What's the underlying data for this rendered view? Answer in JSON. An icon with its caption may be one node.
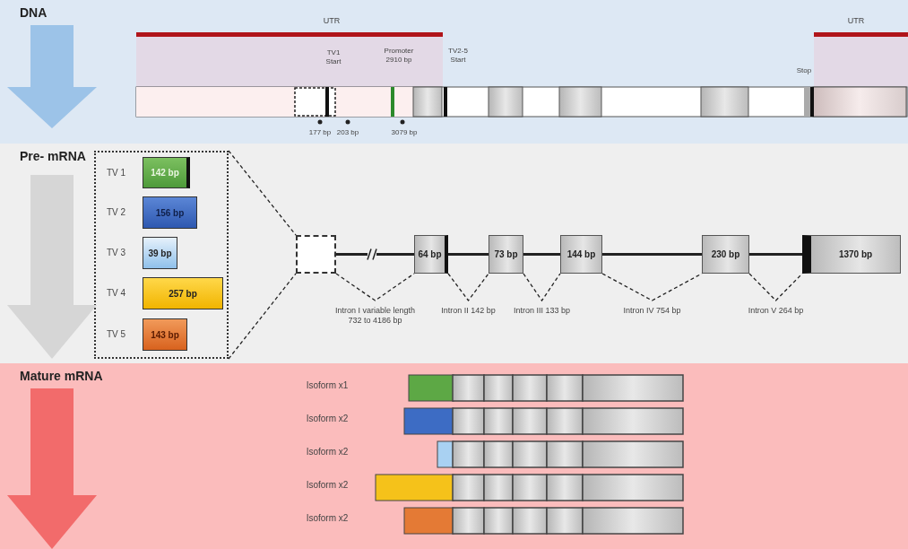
{
  "diagram": {
    "nodes": [
      {
        "text": [
          "DNA"
        ]
      },
      {
        "text": [
          "Pre- mRNA"
        ]
      },
      {
        "text": [
          "Mature mRNA"
        ]
      },
      {
        "text": [],
        "shape": "box",
        "in": 1
      },
      {
        "text": [
          "142 bp"
        ],
        "in": 3,
        "beside": [
          "TV 1"
        ]
      },
      {
        "text": [
          "156 bp"
        ],
        "in": 3,
        "beside": [
          "TV 2"
        ]
      },
      {
        "text": [
          "39 bp"
        ],
        "in": 3,
        "beside": [
          "TV 3"
        ]
      },
      {
        "text": [
          "257 bp"
        ],
        "in": 3,
        "beside": [
          "TV 4"
        ]
      },
      {
        "text": [
          "143 bp"
        ],
        "in": 3,
        "beside": [
          "TV 5"
        ]
      },
      {
        "text": [],
        "shape": "box",
        "in": 1
      },
      {
        "text": [
          "64 bp"
        ],
        "in": 1
      },
      {
        "text": [
          "73 bp"
        ],
        "in": 1
      },
      {
        "text": [
          "144 bp"
        ],
        "in": 1
      },
      {
        "text": [
          "230 bp"
        ],
        "in": 1
      },
      {
        "text": [
          "1370 bp"
        ],
        "in": 1
      }
    ],
    "edges": [
      {
        "from": 3,
        "to": 9,
        "arrow": "none",
        "style": "dashed"
      },
      {
        "from": 3,
        "to": 9,
        "arrow": "none",
        "style": "dashed"
      },
      {
        "from": 9,
        "to": 10,
        "arrow": "none",
        "style": "thick"
      },
      {
        "from": 9,
        "to": 10,
        "arrow": "none",
        "style": "dashed",
        "label": "Intron I variable length 732 to 4186 bp"
      },
      {
        "from": 10,
        "to": 11,
        "arrow": "none",
        "style": "thick"
      },
      {
        "from": 10,
        "to": 11,
        "arrow": "none",
        "style": "dashed",
        "label": "Intron II 142 bp"
      },
      {
        "from": 11,
        "to": 12,
        "arrow": "none",
        "style": "thick"
      },
      {
        "from": 11,
        "to": 12,
        "arrow": "none",
        "style": "dashed",
        "label": "Intron III 133 bp"
      },
      {
        "from": 12,
        "to": 13,
        "arrow": "none",
        "style": "thick"
      },
      {
        "from": 12,
        "to": 13,
        "arrow": "none",
        "style": "dashed",
        "label": "Intron IV 754 bp"
      },
      {
        "from": 13,
        "to": 14,
        "arrow": "none",
        "style": "thick"
      },
      {
        "from": 13,
        "to": 14,
        "arrow": "none",
        "style": "dashed",
        "label": "Intron V 264 bp"
      }
    ],
    "labels": [
      "UTR",
      "TV1 Start",
      "Promoter 2910 bp",
      "TV2-5 Start",
      "Stop",
      "UTR",
      "177 bp",
      "203 bp",
      "3079 bp",
      "Isoform x1",
      "Isoform x2",
      "Isoform x2",
      "Isoform x2",
      "Isoform x2"
    ]
  }
}
